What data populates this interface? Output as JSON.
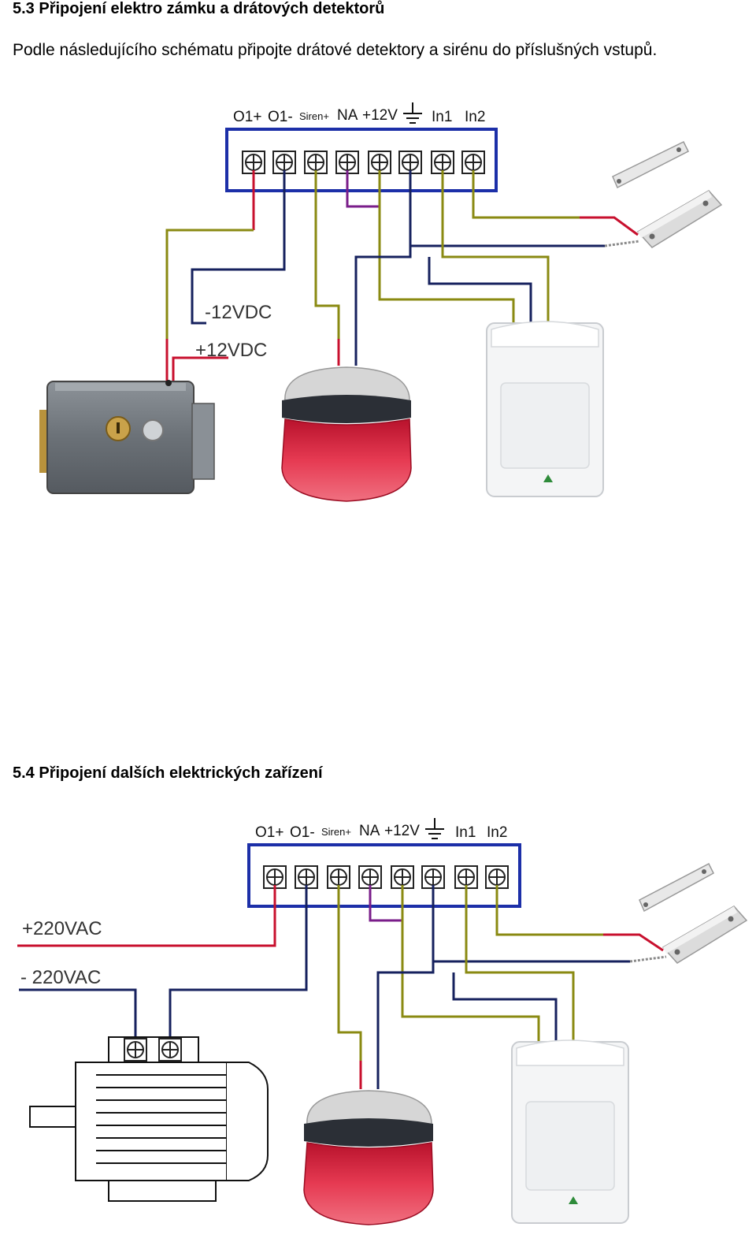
{
  "section1": {
    "heading": "5.3 Připojení elektro  zámku a drátových detektorů",
    "paragraph": "Podle následujícího schématu připojte drátové detektory a sirénu do příslušných vstupů.",
    "terminals": {
      "o1p": "O1+",
      "o1m": "O1-",
      "siren": "Siren+",
      "na": "NA",
      "v12": "+12V",
      "in1": "In1",
      "in2": "In2"
    },
    "neg_label": "-12VDC",
    "pos_label": "+12VDC"
  },
  "section2": {
    "heading": "5.4 Připojení  dalších elektrických zařízení",
    "terminals": {
      "o1p": "O1+",
      "o1m": "O1-",
      "siren": "Siren+",
      "na": "NA",
      "v12": "+12V",
      "in1": "In1",
      "in2": "In2"
    },
    "pos_label": "+220VAC",
    "neg_label": "- 220VAC"
  },
  "colors": {
    "red": "#c8102e",
    "navy": "#16215e",
    "olive": "#8a8a12",
    "purple": "#7a1e8a",
    "board": "#1c2fa8"
  },
  "icons": [
    "ground-icon",
    "door-contact-icon",
    "pir-sensor-icon",
    "siren-icon",
    "electric-lock-icon",
    "motor-icon",
    "screw-terminal-icon"
  ]
}
